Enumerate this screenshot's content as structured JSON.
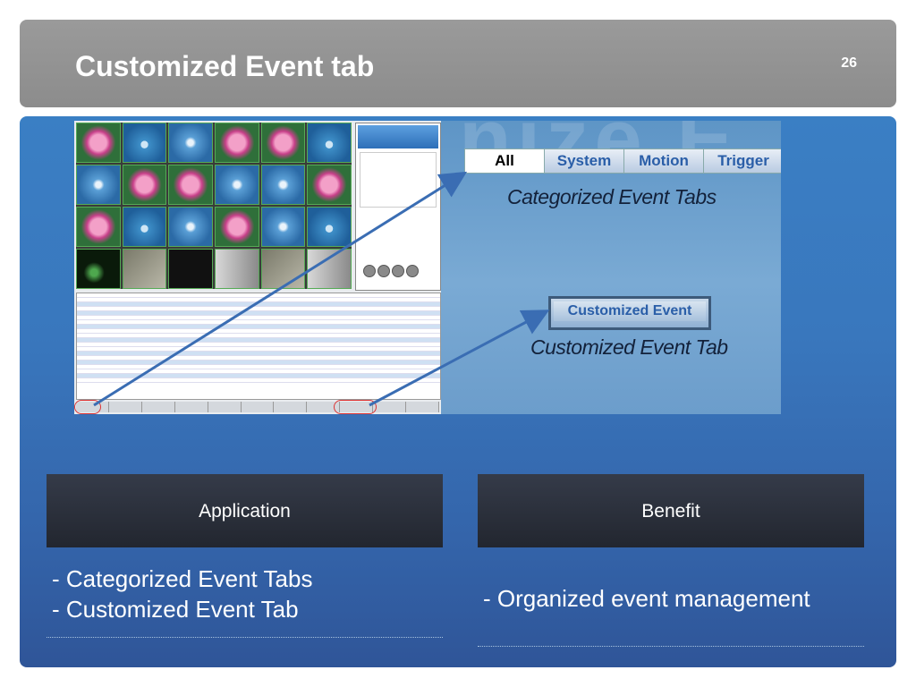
{
  "slide": {
    "title": "Customized Event tab",
    "page_number": "26"
  },
  "illustration": {
    "category_tabs": [
      "All",
      "System",
      "Motion",
      "Trigger"
    ],
    "category_caption": "Categorized Event Tabs",
    "custom_button": "Customized Event",
    "custom_caption": "Customized Event Tab"
  },
  "table": {
    "application": {
      "header": "Application",
      "items": [
        "- Categorized Event Tabs",
        "- Customized Event Tab"
      ]
    },
    "benefit": {
      "header": "Benefit",
      "items": [
        "- Organized event management"
      ]
    }
  },
  "colors": {
    "header_bg": "#9a9a9a",
    "panel_bg": "#3977bd",
    "box_bg": "#2a2f3a",
    "arrow": "#3a6db3"
  }
}
